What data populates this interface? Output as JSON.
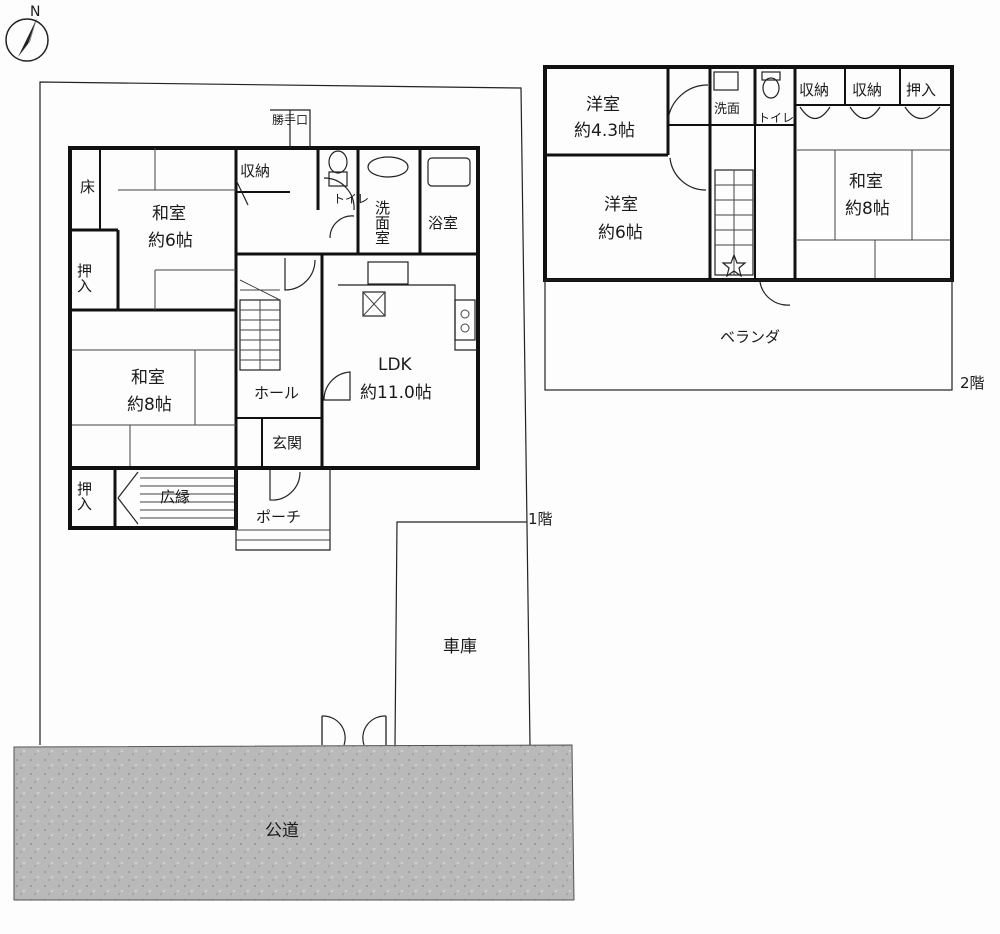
{
  "compass": {
    "label": "N"
  },
  "floor1": {
    "floor_label": "1階",
    "rooms": {
      "tokonoma": "床",
      "washitsu6_name": "和室",
      "washitsu6_size": "約6帖",
      "oshiire_top": "押入",
      "washitsu8_name": "和室",
      "washitsu8_size": "約8帖",
      "oshiire_bottom": "押入",
      "hiroen": "広縁",
      "shuno": "収納",
      "katteguchi": "勝手口",
      "toilet": "トイレ",
      "senmenshitsu": "洗面室",
      "yokushitsu": "浴室",
      "hall": "ホール",
      "genkan": "玄関",
      "ldk_name": "LDK",
      "ldk_size": "約11.0帖",
      "porch": "ポーチ",
      "garage": "車庫"
    }
  },
  "floor2": {
    "floor_label": "2階",
    "rooms": {
      "yoshitsu43_name": "洋室",
      "yoshitsu43_size": "約4.3帖",
      "yoshitsu6_name": "洋室",
      "yoshitsu6_size": "約6帖",
      "senmen": "洗面",
      "toilet": "トイレ",
      "shuno1": "収納",
      "shuno2": "収納",
      "oshiire": "押入",
      "washitsu8_name": "和室",
      "washitsu8_size": "約8帖",
      "veranda": "ベランダ"
    }
  },
  "road": {
    "label": "公道"
  }
}
